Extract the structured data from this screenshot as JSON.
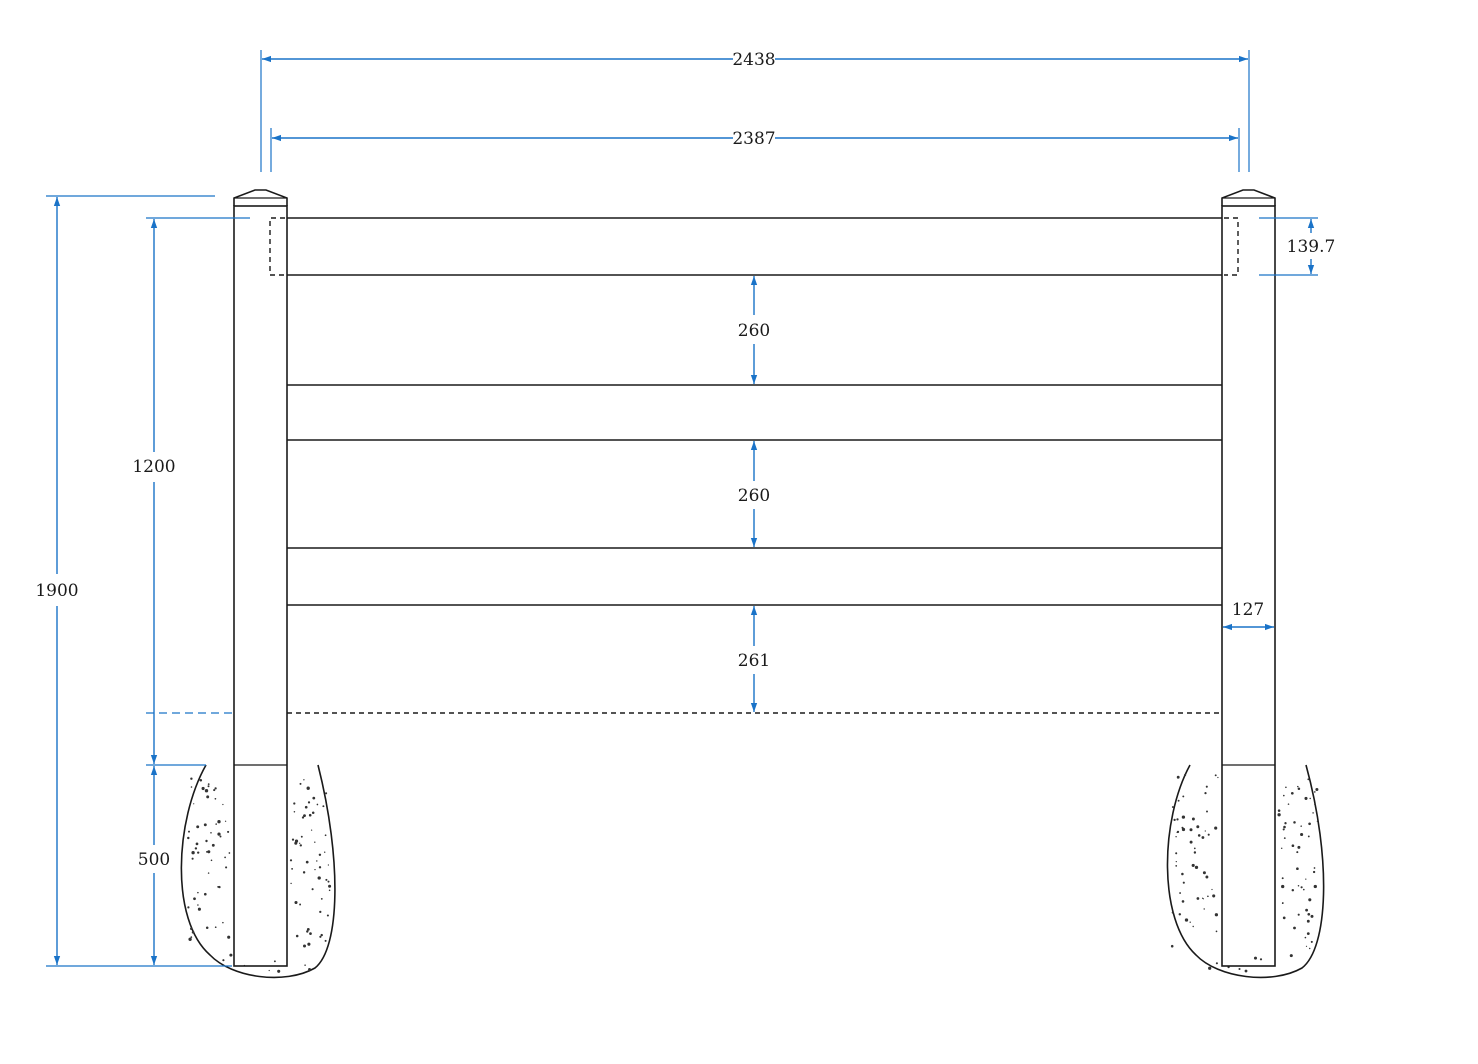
{
  "colors": {
    "dimension": "#1a73c8",
    "linework": "#1a1a1a",
    "background": "#ffffff"
  },
  "dimensions": {
    "overall_width": "2438",
    "inner_width": "2387",
    "total_height": "1900",
    "above_ground_height": "1200",
    "footing_depth": "500",
    "rail_height": "139.7",
    "gap_top": "260",
    "gap_middle": "260",
    "gap_bottom": "261",
    "post_width": "127"
  }
}
